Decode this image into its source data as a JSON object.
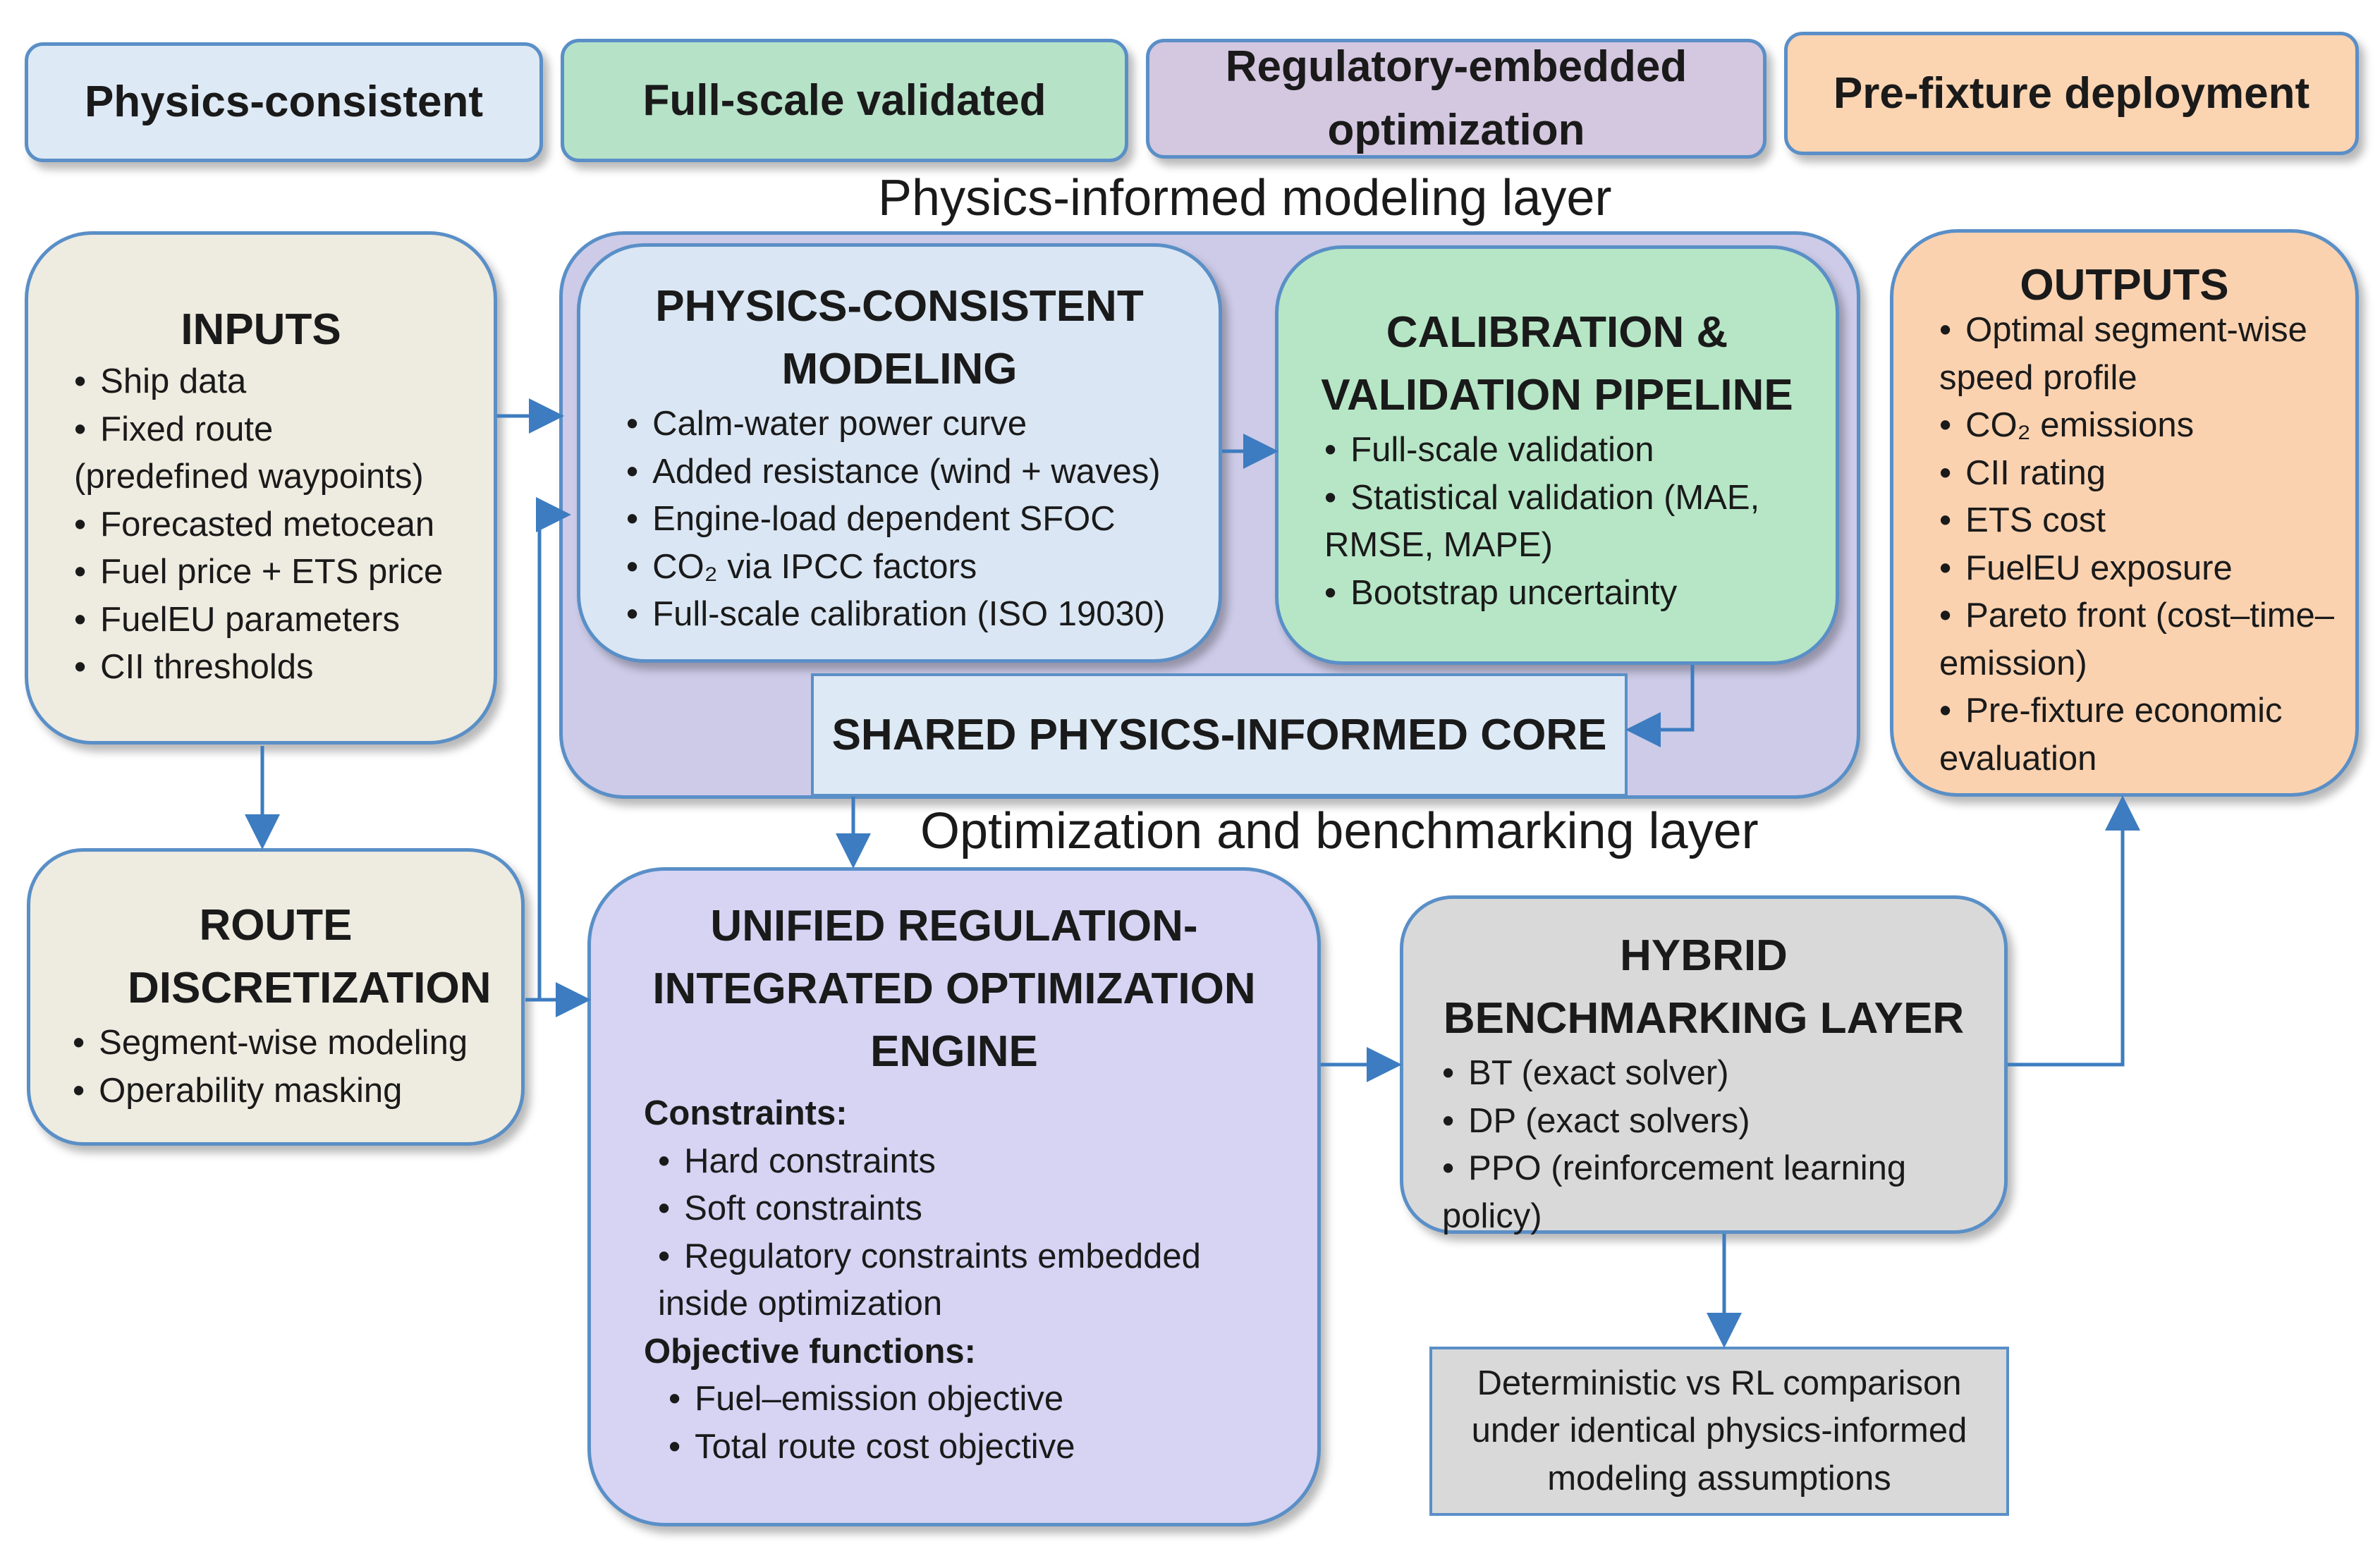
{
  "badges": [
    {
      "label": "Physics-consistent",
      "color": "#dde9f5"
    },
    {
      "label": "Full-scale validated",
      "color": "#b6e2c8"
    },
    {
      "label": "Regulatory-embedded optimization",
      "color": "#d4c7e0"
    },
    {
      "label": "Pre-fixture deployment",
      "color": "#fbd4b2"
    }
  ],
  "layers": {
    "physics": "Physics-informed modeling layer",
    "optimization": "Optimization and benchmarking layer"
  },
  "inputs": {
    "title": "INPUTS",
    "items": [
      "Ship data",
      "Fixed route (predefined waypoints)",
      "Forecasted metocean",
      "Fuel price + ETS price",
      "FuelEU parameters",
      "CII thresholds"
    ]
  },
  "route": {
    "title": "ROUTE DISCRETIZATION",
    "items": [
      "Segment-wise modeling",
      "Operability masking"
    ]
  },
  "physics_modeling": {
    "title": "PHYSICS-CONSISTENT MODELING",
    "items": [
      "Calm-water power curve",
      "Added resistance (wind + waves)",
      "Engine-load dependent SFOC",
      "CO₂ via IPCC factors",
      "Full-scale calibration (ISO 19030)"
    ]
  },
  "calibration": {
    "title": "CALIBRATION & VALIDATION PIPELINE",
    "items": [
      "Full-scale validation",
      "Statistical validation (MAE, RMSE, MAPE)",
      "Bootstrap uncertainty"
    ]
  },
  "core": {
    "label": "SHARED PHYSICS-INFORMED CORE"
  },
  "engine": {
    "title": "UNIFIED REGULATION-INTEGRATED OPTIMIZATION ENGINE",
    "constraints_heading": "Constraints:",
    "constraints": [
      "Hard constraints",
      "Soft constraints",
      "Regulatory constraints embedded inside optimization"
    ],
    "objectives_heading": "Objective functions:",
    "objectives": [
      "Fuel–emission objective",
      "Total route cost objective"
    ]
  },
  "hybrid": {
    "title": "HYBRID BENCHMARKING LAYER",
    "items": [
      "BT (exact solver)",
      "DP (exact solvers)",
      "PPO (reinforcement learning policy)"
    ]
  },
  "outputs": {
    "title": "OUTPUTS",
    "items": [
      "Optimal segment-wise speed profile",
      "CO₂ emissions",
      "CII rating",
      "ETS cost",
      "FuelEU exposure",
      "Pareto front (cost–time–emission)",
      "Pre-fixture economic evaluation"
    ]
  },
  "comparison": {
    "text": "Deterministic vs RL comparison under identical physics-informed modeling assumptions"
  },
  "colors": {
    "border": "#5a8fc7",
    "arrow": "#3d7cc0",
    "inputs_fill": "#eeebe0",
    "physics_fill": "#dae6f3",
    "calibration_fill": "#b6e6c6",
    "container_fill": "#cdcbe8",
    "core_fill": "#dde9f5",
    "engine_fill": "#d6d3f3",
    "hybrid_fill": "#d9d9d9",
    "outputs_fill": "#fbd2b0",
    "comparison_fill": "#d9d9d9"
  }
}
